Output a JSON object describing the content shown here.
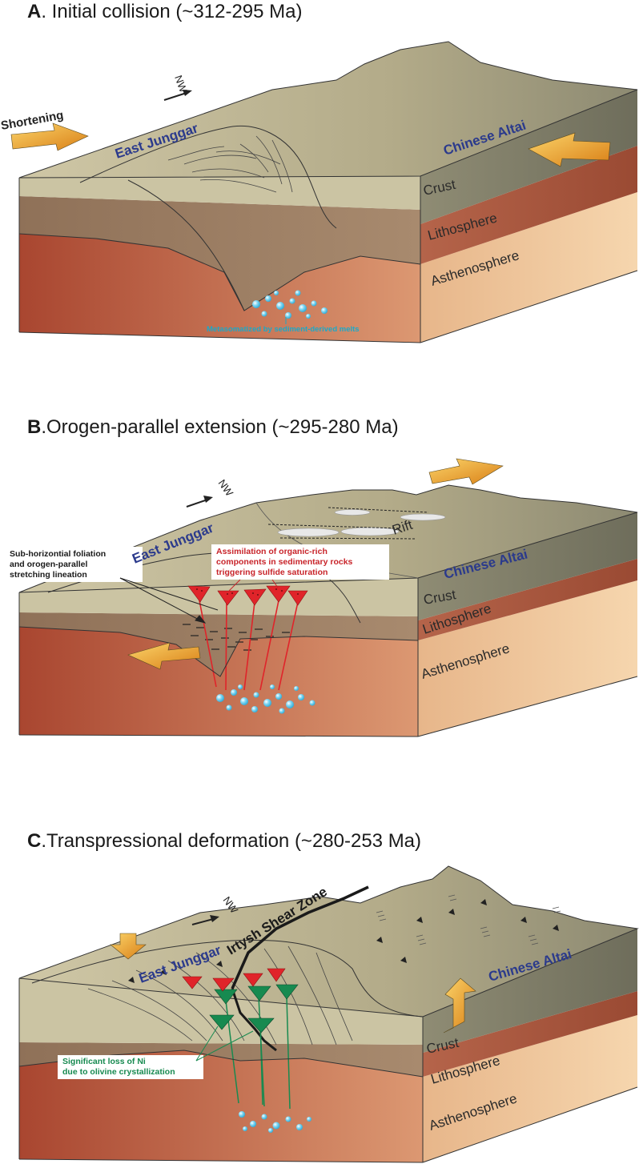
{
  "panel_a": {
    "letter": "A",
    "title": ". Initial collision  (~312-295 Ma)",
    "nw": "NW",
    "shortening": "Shortening",
    "east_junggar": "East Junggar",
    "chinese_altai": "Chinese Altai",
    "crust": "Crust",
    "lithosphere": "Lithosphere",
    "asthenosphere": "Asthenosphere",
    "metasomatized": "Metasomatized by sediment-derived melts"
  },
  "panel_b": {
    "letter": "B",
    "title": ".Orogen-parallel extension (~295-280 Ma)",
    "nw": "NW",
    "east_junggar": "East Junggar",
    "chinese_altai": "Chinese Altai",
    "rift": "Rift",
    "crust": "Crust",
    "lithosphere": "Lithosphere",
    "asthenosphere": "Asthenosphere",
    "foliation_lines": [
      "Sub-horizontial foliation",
      "and orogen-parallel",
      "stretching lineation"
    ],
    "assimilation_lines": [
      "Assimilation of organic-rich",
      "components in sedimentary rocks",
      " triggering sulfide saturation"
    ]
  },
  "panel_c": {
    "letter": "C",
    "title": ".Transpressional deformation  (~280-253 Ma)",
    "nw": "NW",
    "east_junggar": "East Junggar",
    "chinese_altai": "Chinese Altai",
    "shear_zone": "Irtysh Shear Zone",
    "crust": "Crust",
    "lithosphere": "Lithosphere",
    "asthenosphere": "Asthenosphere",
    "ni_loss_lines": [
      "Significant loss of Ni",
      "due to olivine crystallization"
    ]
  },
  "colors": {
    "top_surface": "#b9b08f",
    "crust_front": "#c8c1a0",
    "crust_side": "#7d7d68",
    "lithosphere_front": "#9a7d62",
    "lithosphere_side": "#a6573e",
    "asthenosphere_front": "#b85a3c",
    "asthenosphere_side": "#f0c79a",
    "arrow_orange": "#eea22a",
    "region_label": "#2b3a8c",
    "magma_red": "#e0242a",
    "magma_green": "#178a50",
    "bubble": "#4fc6e8"
  }
}
